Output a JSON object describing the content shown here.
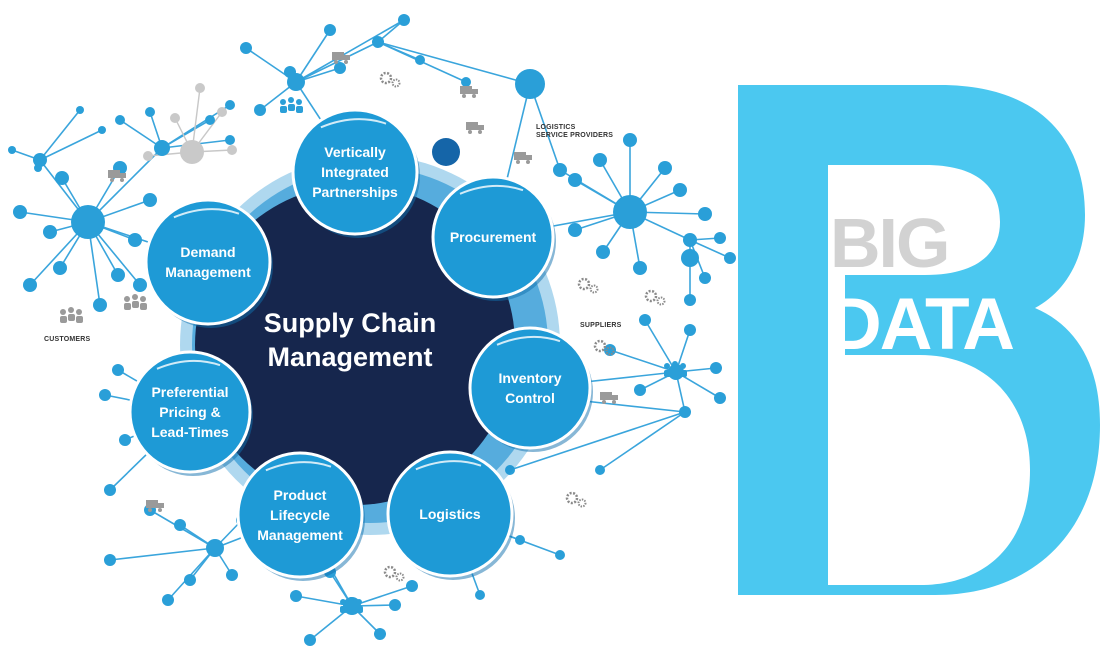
{
  "center": {
    "line1": "Supply Chain",
    "line2": "Management"
  },
  "nodes": [
    {
      "id": "vertically-integrated-partnerships",
      "lines": [
        "Vertically",
        "Integrated",
        "Partnerships"
      ]
    },
    {
      "id": "procurement",
      "lines": [
        "Procurement"
      ]
    },
    {
      "id": "inventory-control",
      "lines": [
        "Inventory",
        "Control"
      ]
    },
    {
      "id": "logistics",
      "lines": [
        "Logistics"
      ]
    },
    {
      "id": "product-lifecycle-management",
      "lines": [
        "Product",
        "Lifecycle",
        "Management"
      ]
    },
    {
      "id": "preferential-pricing-lead-times",
      "lines": [
        "Preferential",
        "Pricing &",
        "Lead-Times"
      ]
    },
    {
      "id": "demand-management",
      "lines": [
        "Demand",
        "Management"
      ]
    }
  ],
  "network_labels": {
    "customers": "CUSTOMERS",
    "logistics_providers_1": "LOGISTICS",
    "logistics_providers_2": "SERVICE PROVIDERS",
    "suppliers": "SUPPLIERS"
  },
  "logo": {
    "big": "BIG",
    "data": "DATA"
  },
  "colors": {
    "node_blue": "#1e9ad6",
    "network_blue": "#2a9fd8",
    "center_navy": "#16264d",
    "logo_cyan": "#4bc8f0",
    "logo_grey": "#d2d2d2"
  }
}
